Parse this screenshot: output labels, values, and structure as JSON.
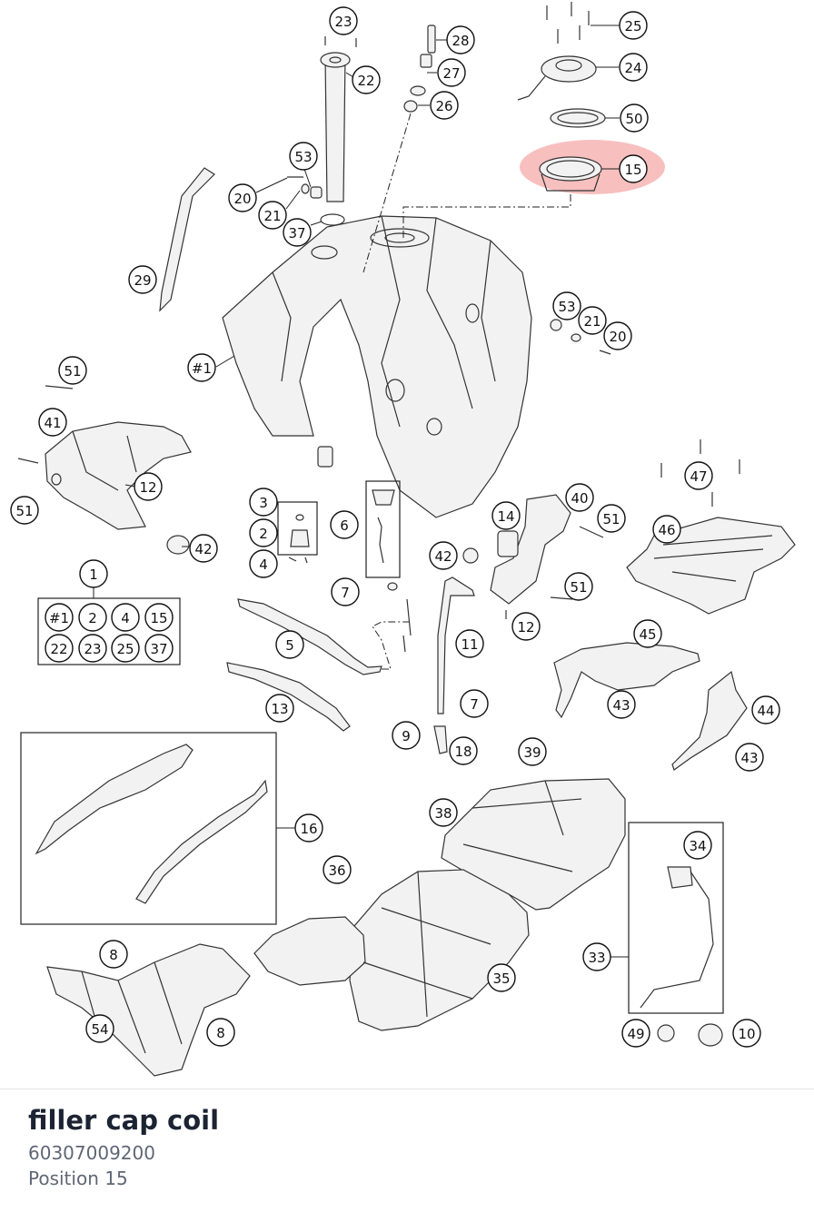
{
  "part": {
    "name": "filler cap coil",
    "number": "60307009200",
    "position": "Position 15"
  },
  "highlight": {
    "label": "15",
    "color": "#f28b8b"
  },
  "callouts": [
    {
      "id": "c23",
      "label": "23"
    },
    {
      "id": "c22",
      "label": "22"
    },
    {
      "id": "c28",
      "label": "28"
    },
    {
      "id": "c27",
      "label": "27"
    },
    {
      "id": "c26",
      "label": "26"
    },
    {
      "id": "c25",
      "label": "25"
    },
    {
      "id": "c24",
      "label": "24"
    },
    {
      "id": "c50",
      "label": "50"
    },
    {
      "id": "c15",
      "label": "15"
    },
    {
      "id": "c53a",
      "label": "53"
    },
    {
      "id": "c20a",
      "label": "20"
    },
    {
      "id": "c21a",
      "label": "21"
    },
    {
      "id": "c37",
      "label": "37"
    },
    {
      "id": "c29",
      "label": "29"
    },
    {
      "id": "c53b",
      "label": "53"
    },
    {
      "id": "c21b",
      "label": "21"
    },
    {
      "id": "c20b",
      "label": "20"
    },
    {
      "id": "c1tank",
      "label": "#1"
    },
    {
      "id": "c51a",
      "label": "51"
    },
    {
      "id": "c41",
      "label": "41"
    },
    {
      "id": "c51b",
      "label": "51"
    },
    {
      "id": "c12a",
      "label": "12"
    },
    {
      "id": "c42a",
      "label": "42"
    },
    {
      "id": "c3",
      "label": "3"
    },
    {
      "id": "c2",
      "label": "2"
    },
    {
      "id": "c4",
      "label": "4"
    },
    {
      "id": "c6",
      "label": "6"
    },
    {
      "id": "c14",
      "label": "14"
    },
    {
      "id": "c40",
      "label": "40"
    },
    {
      "id": "c51c",
      "label": "51"
    },
    {
      "id": "c47",
      "label": "47"
    },
    {
      "id": "c46",
      "label": "46"
    },
    {
      "id": "c1",
      "label": "1"
    },
    {
      "id": "c7a",
      "label": "7"
    },
    {
      "id": "c42b",
      "label": "42"
    },
    {
      "id": "c51d",
      "label": "51"
    },
    {
      "id": "c12b",
      "label": "12"
    },
    {
      "id": "c5",
      "label": "5"
    },
    {
      "id": "c11",
      "label": "11"
    },
    {
      "id": "c45",
      "label": "45"
    },
    {
      "id": "c43a",
      "label": "43"
    },
    {
      "id": "c44",
      "label": "44"
    },
    {
      "id": "c43b",
      "label": "43"
    },
    {
      "id": "c13",
      "label": "13"
    },
    {
      "id": "c7b",
      "label": "7"
    },
    {
      "id": "c9",
      "label": "9"
    },
    {
      "id": "c18",
      "label": "18"
    },
    {
      "id": "c39",
      "label": "39"
    },
    {
      "id": "c16",
      "label": "16"
    },
    {
      "id": "c38",
      "label": "38"
    },
    {
      "id": "c34",
      "label": "34"
    },
    {
      "id": "c36",
      "label": "36"
    },
    {
      "id": "c33",
      "label": "33"
    },
    {
      "id": "c8a",
      "label": "8"
    },
    {
      "id": "c35",
      "label": "35"
    },
    {
      "id": "c54",
      "label": "54"
    },
    {
      "id": "c8b",
      "label": "8"
    },
    {
      "id": "c49",
      "label": "49"
    },
    {
      "id": "c10",
      "label": "10"
    }
  ],
  "kit": {
    "label": "1",
    "items": [
      "#1",
      "2",
      "4",
      "15",
      "22",
      "23",
      "25",
      "37"
    ]
  }
}
